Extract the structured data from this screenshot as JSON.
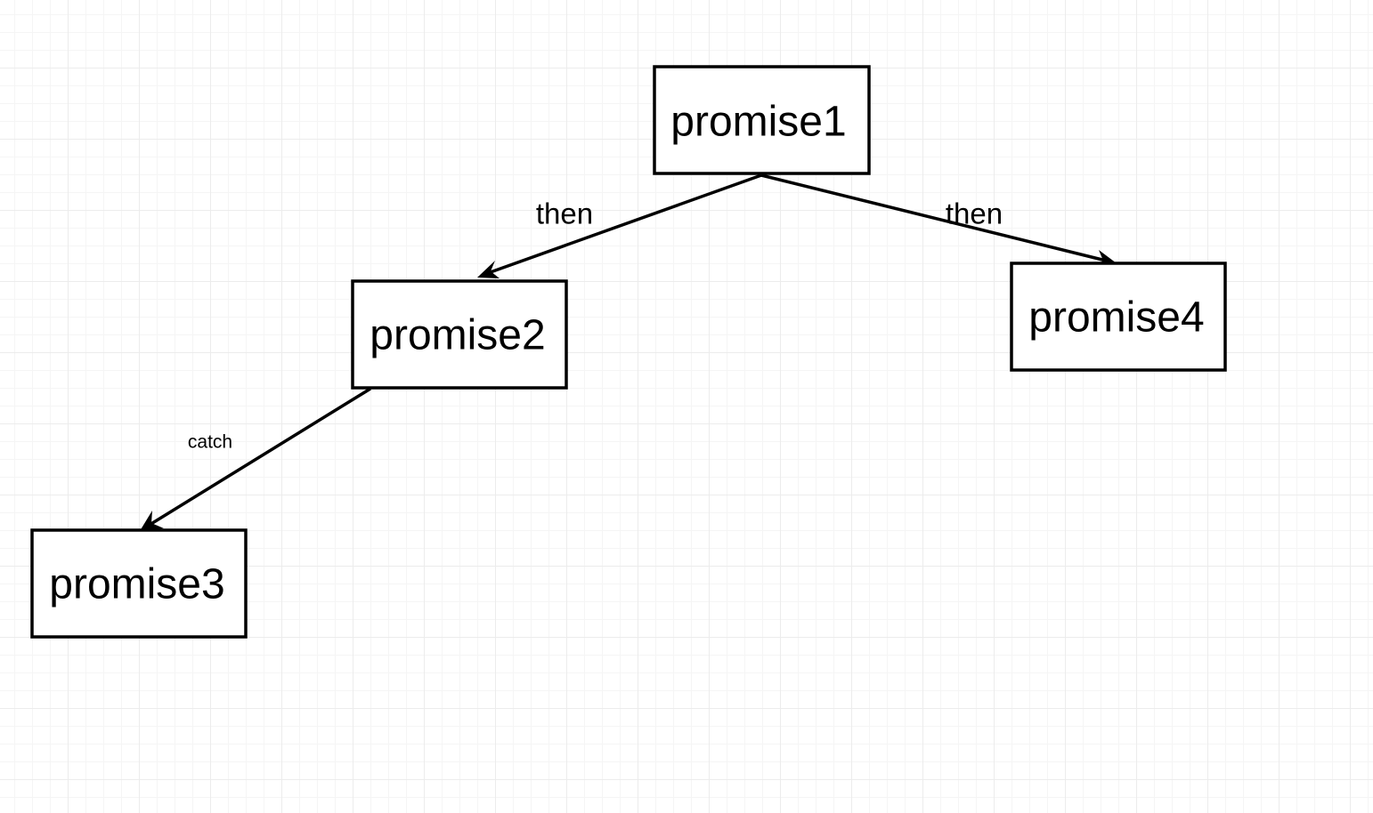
{
  "diagram": {
    "nodes": [
      {
        "id": "promise1",
        "label": "promise1"
      },
      {
        "id": "promise2",
        "label": "promise2"
      },
      {
        "id": "promise3",
        "label": "promise3"
      },
      {
        "id": "promise4",
        "label": "promise4"
      }
    ],
    "edges": [
      {
        "from": "promise1",
        "to": "promise2",
        "label": "then"
      },
      {
        "from": "promise1",
        "to": "promise4",
        "label": "then"
      },
      {
        "from": "promise2",
        "to": "promise3",
        "label": "catch"
      }
    ]
  }
}
